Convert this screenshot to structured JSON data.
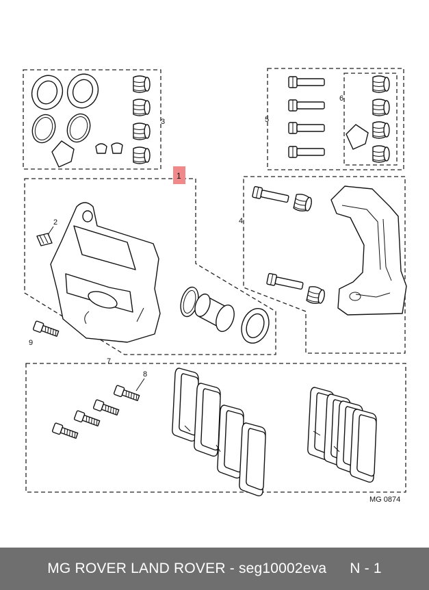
{
  "diagram": {
    "highlight_color": "#f08a8a",
    "callouts": {
      "c1": "1",
      "c2": "2",
      "c3": "3",
      "c4": "4",
      "c5": "5",
      "c6": "6",
      "c7": "7",
      "c8": "8",
      "c9": "9"
    },
    "reference": "MG 0874"
  },
  "footer": {
    "brand": "MG ROVER LAND ROVER - seg10002eva",
    "code": "N - 1",
    "background": "#6f6f6f"
  }
}
